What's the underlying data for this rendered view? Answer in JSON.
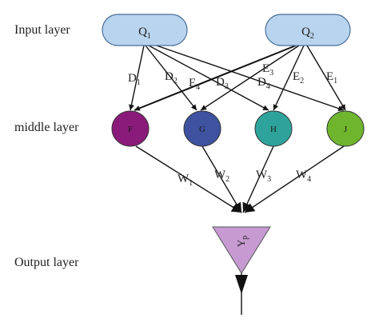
{
  "layers": {
    "input": "Input layer",
    "middle": "middle layer",
    "output": "Output layer"
  },
  "inputs": [
    {
      "id": "Q1",
      "main": "Q",
      "sub": "1"
    },
    {
      "id": "Q2",
      "main": "Q",
      "sub": "2"
    }
  ],
  "middle_nodes": [
    {
      "id": "F",
      "label": "F",
      "color": "#8b1b7a"
    },
    {
      "id": "G",
      "label": "G",
      "color": "#3e52a0"
    },
    {
      "id": "H",
      "label": "H",
      "color": "#2ea39b"
    },
    {
      "id": "J",
      "label": "J",
      "color": "#6fb52e"
    }
  ],
  "output_node": {
    "main": "Y",
    "sub": "p",
    "color": "#c79ad2"
  },
  "q_node_color": "#b8d4ee",
  "edge_labels": {
    "D1": {
      "main": "D",
      "sub": "1"
    },
    "D2": {
      "main": "D",
      "sub": "2"
    },
    "D3": {
      "main": "D",
      "sub": "3"
    },
    "D4": {
      "main": "D",
      "sub": "4"
    },
    "E1": {
      "main": "E",
      "sub": "1"
    },
    "E2": {
      "main": "E",
      "sub": "2"
    },
    "E3": {
      "main": "E",
      "sub": "3"
    },
    "E4": {
      "main": "E",
      "sub": "4"
    },
    "W1": {
      "main": "W",
      "sub": "1"
    },
    "W2": {
      "main": "W",
      "sub": "2"
    },
    "W3": {
      "main": "W",
      "sub": "3"
    },
    "W4": {
      "main": "W",
      "sub": "4"
    }
  }
}
